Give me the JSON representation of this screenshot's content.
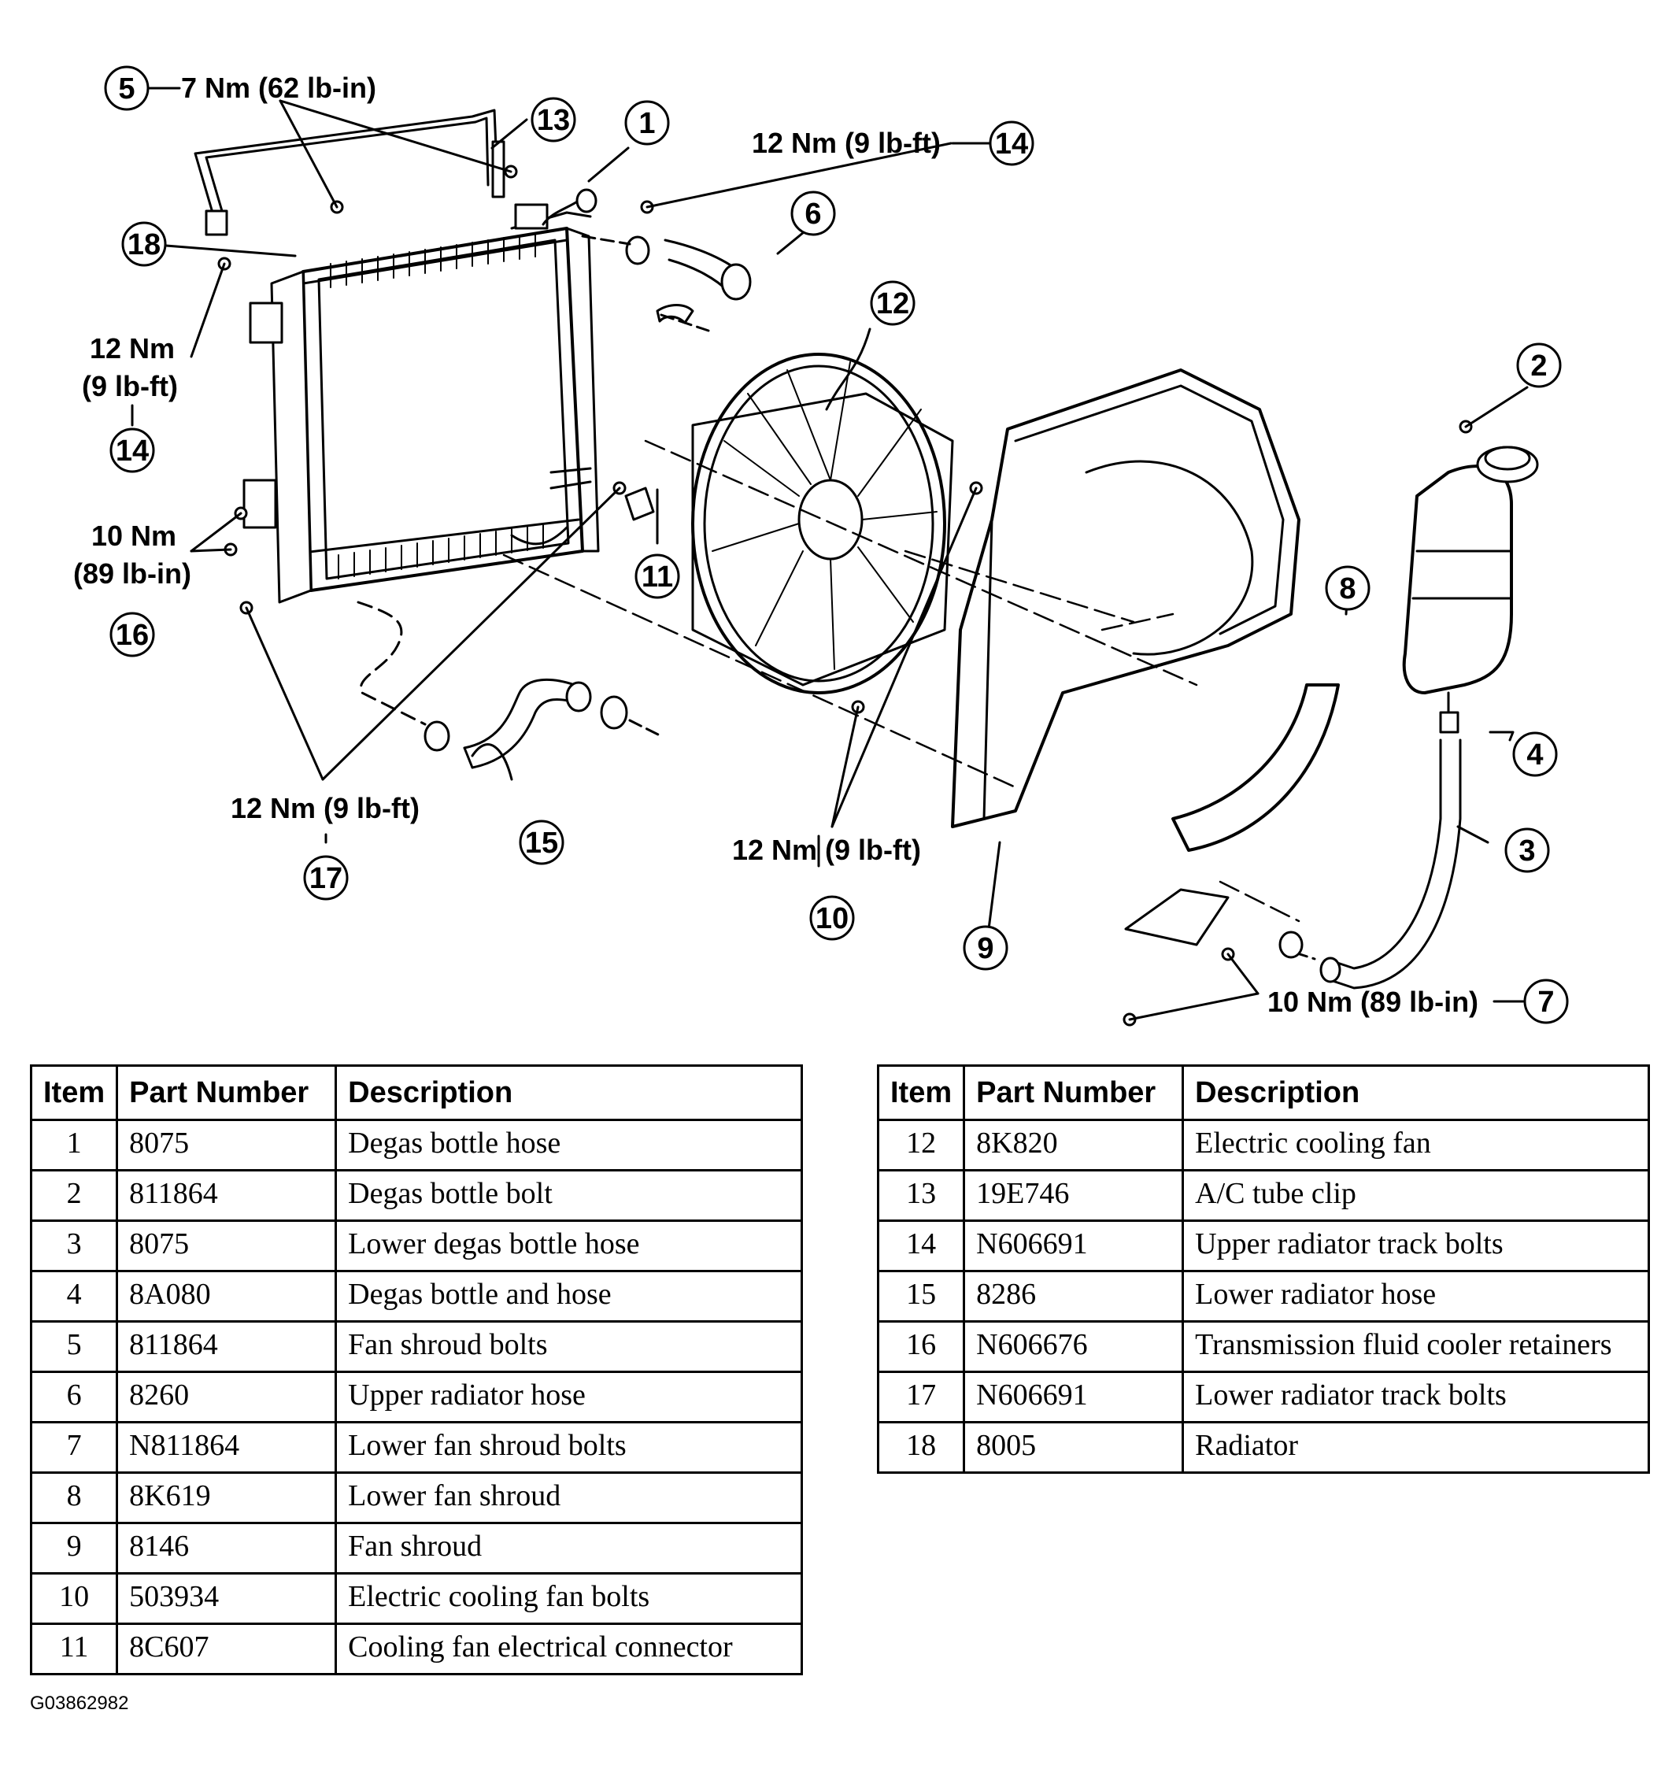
{
  "callouts": {
    "c1": "1",
    "c2": "2",
    "c3": "3",
    "c4": "4",
    "c5": "5",
    "c6": "6",
    "c7": "7",
    "c8": "8",
    "c9": "9",
    "c10": "10",
    "c11": "11",
    "c12": "12",
    "c13": "13",
    "c14a": "14",
    "c14b": "14",
    "c15": "15",
    "c16": "16",
    "c17": "17",
    "c18": "18"
  },
  "torque": {
    "t5": "7 Nm (62 lb-in)",
    "t14a": "12 Nm (9 lb-ft)",
    "t14b_line1": "12 Nm",
    "t14b_line2": "(9 lb-ft)",
    "t16_line1": "10 Nm",
    "t16_line2": "(89 lb-in)",
    "t17": "12 Nm (9 lb-ft)",
    "t10": "12 Nm (9 lb-ft)",
    "t7": "10 Nm (89 lb-in)"
  },
  "table_headers": {
    "item": "Item",
    "part_number": "Part Number",
    "description": "Description"
  },
  "parts_left": [
    {
      "item": "1",
      "part": "8075",
      "desc": "Degas bottle hose"
    },
    {
      "item": "2",
      "part": "811864",
      "desc": "Degas bottle bolt"
    },
    {
      "item": "3",
      "part": "8075",
      "desc": "Lower degas bottle hose"
    },
    {
      "item": "4",
      "part": "8A080",
      "desc": "Degas bottle and hose"
    },
    {
      "item": "5",
      "part": "811864",
      "desc": "Fan shroud bolts"
    },
    {
      "item": "6",
      "part": "8260",
      "desc": "Upper radiator hose"
    },
    {
      "item": "7",
      "part": "N811864",
      "desc": "Lower fan shroud bolts"
    },
    {
      "item": "8",
      "part": "8K619",
      "desc": "Lower fan shroud"
    },
    {
      "item": "9",
      "part": "8146",
      "desc": "Fan shroud"
    },
    {
      "item": "10",
      "part": "503934",
      "desc": "Electric cooling fan bolts"
    },
    {
      "item": "11",
      "part": "8C607",
      "desc": "Cooling fan electrical connector"
    }
  ],
  "parts_right": [
    {
      "item": "12",
      "part": "8K820",
      "desc": "Electric cooling fan"
    },
    {
      "item": "13",
      "part": "19E746",
      "desc": "A/C tube clip"
    },
    {
      "item": "14",
      "part": "N606691",
      "desc": "Upper radiator track bolts"
    },
    {
      "item": "15",
      "part": "8286",
      "desc": "Lower radiator hose"
    },
    {
      "item": "16",
      "part": "N606676",
      "desc": "Transmission fluid cooler retainers"
    },
    {
      "item": "17",
      "part": "N606691",
      "desc": "Lower radiator track bolts"
    },
    {
      "item": "18",
      "part": "8005",
      "desc": "Radiator"
    }
  ],
  "figure_code": "G03862982"
}
